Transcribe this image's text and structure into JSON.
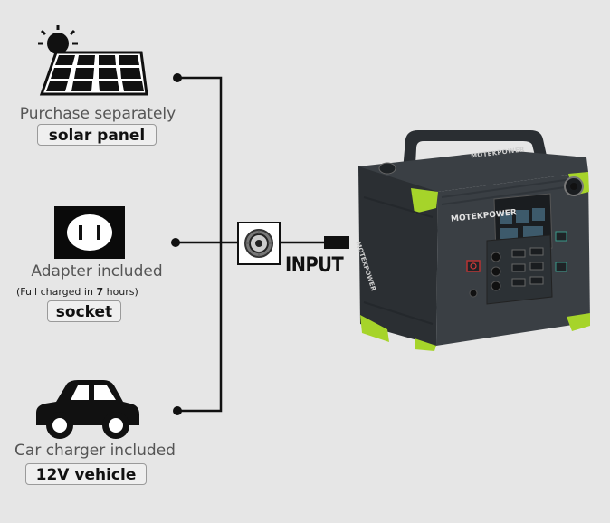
{
  "sources": [
    {
      "caption": "Purchase separately",
      "tag": "solar panel",
      "icon": "solar-panel-icon"
    },
    {
      "caption": "Adapter included",
      "note_prefix": "(Full charged in ",
      "note_bold": "7",
      "note_suffix": " hours)",
      "tag": "socket",
      "icon": "power-socket-icon"
    },
    {
      "caption": "Car charger included",
      "tag": "12V vehicle",
      "icon": "car-icon"
    }
  ],
  "input": {
    "label": "INPUT",
    "icon": "dc-port-icon"
  },
  "device": {
    "brand": "MOTEKPOWER",
    "brand_side": "MOTEKPOWER",
    "brand_front": "MOTEKPOWER",
    "icon": "power-station-icon",
    "colors": {
      "body": "#3a3f44",
      "accent": "#a6d42a",
      "dark": "#22262a"
    }
  },
  "colors": {
    "wire": "#111111",
    "caption": "#555555"
  }
}
